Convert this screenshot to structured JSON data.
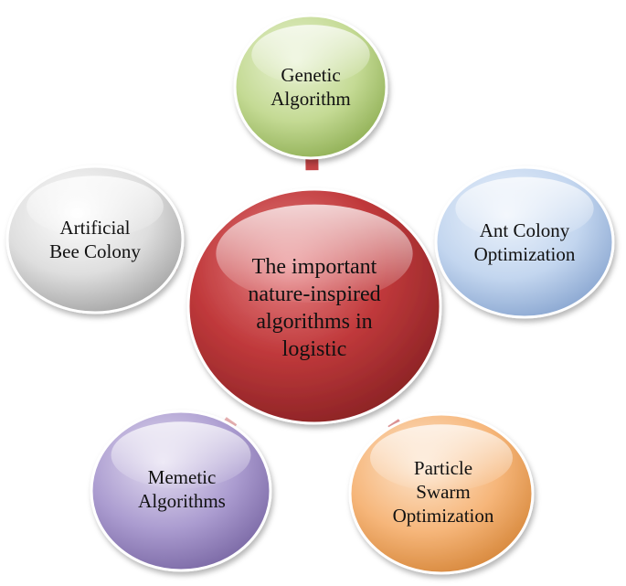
{
  "center": {
    "text": "The important\nnature-inspired\nalgorithms  in\nlogistic",
    "color": "#c0393b"
  },
  "nodes": [
    {
      "id": "genetic-algorithm",
      "text": "Genetic\nAlgorithm",
      "color": "#bcd48a"
    },
    {
      "id": "ant-colony-optimization",
      "text": "Ant Colony\nOptimization",
      "color": "#b9cde8"
    },
    {
      "id": "particle-swarm-optimization",
      "text": "Particle\nSwarm\nOptimization",
      "color": "#f4b273"
    },
    {
      "id": "memetic-algorithms",
      "text": "Memetic\nAlgorithms",
      "color": "#a899c8"
    },
    {
      "id": "artificial-bee-colony",
      "text": "Artificial\nBee Colony",
      "color": "#d9d9d9"
    }
  ],
  "arrow_color": "#c0393b"
}
